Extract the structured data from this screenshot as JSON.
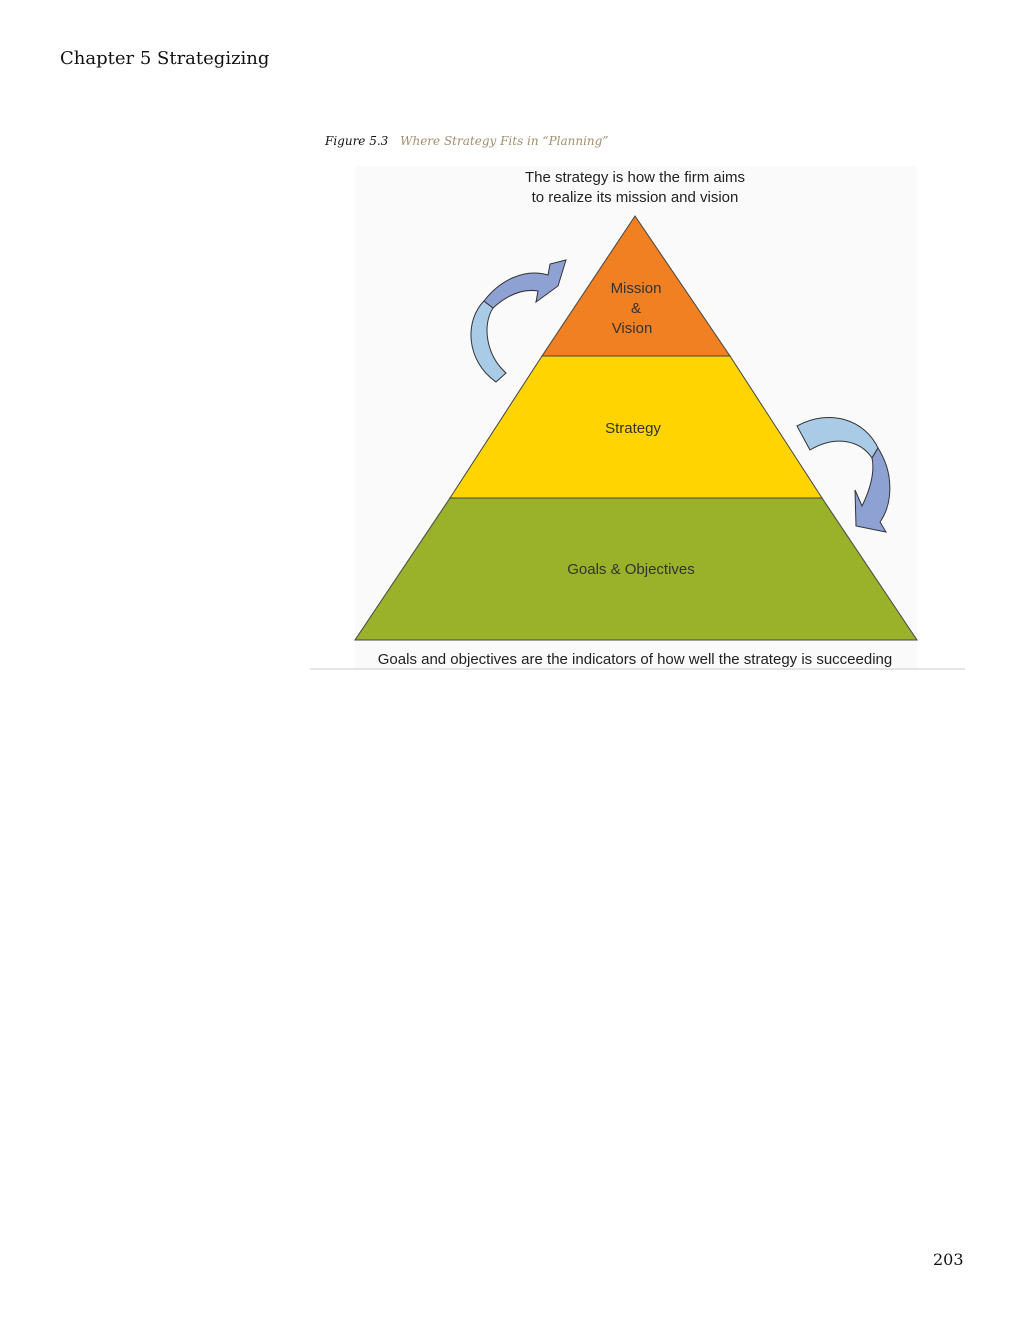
{
  "page": {
    "running_header": "Chapter 5 Strategizing",
    "page_number": "203"
  },
  "figure": {
    "label": "Figure 5.3",
    "title": "Where Strategy Fits in “Planning”",
    "top_caption_line1": "The strategy is how the firm aims",
    "top_caption_line2": "to realize its mission and vision",
    "bottom_caption": "Goals and objectives are the indicators of how well the strategy is succeeding",
    "tiers": [
      {
        "label_lines": [
          "Mission",
          "&",
          "Vision"
        ],
        "color": "#f08022"
      },
      {
        "label": "Strategy",
        "color": "#ffd400"
      },
      {
        "label": "Goals & Objectives",
        "color": "#9ab12a"
      }
    ],
    "arrow_colors": {
      "light": "#a9cbe6",
      "dark": "#8ea1d3"
    }
  }
}
